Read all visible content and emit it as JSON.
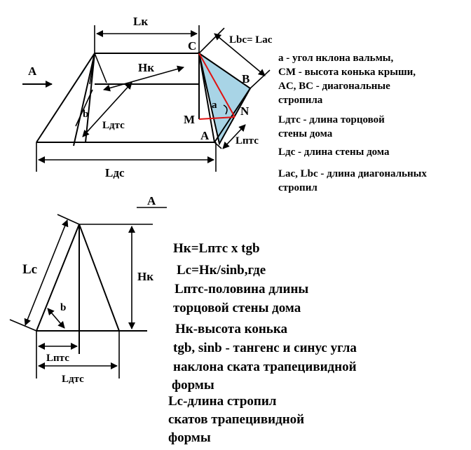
{
  "top_diagram": {
    "labels": {
      "Lk": "Lк",
      "Hk": "Hк",
      "Ldts": "Lдтс",
      "Lds": "Lдс",
      "Lpts": "Lптс",
      "Lbc_eq_Lac": "Lbc= Lac",
      "b": "b",
      "a": "a",
      "A_arrow": "A",
      "point_C": "C",
      "point_B": "B",
      "point_M": "M",
      "point_N": "N",
      "point_A": "A"
    },
    "legend": [
      "a - угол нклона вальмы,",
      "CM - высота конька крыши,",
      "AC, BC - диагональные",
      "стропила",
      "Lдтс - длина торцовой",
      "стены дома",
      "Lдс - длина  стены дома",
      "Lac, Lbc - длина диагональных",
      "стропил"
    ]
  },
  "bottom_diagram": {
    "labels": {
      "A_view": "A",
      "Lc": "Lc",
      "b": "b",
      "Hk": "Hк",
      "Lpts": "Lптс",
      "Ldts": "Lдтс"
    },
    "formulas": [
      "Hк=Lптс x tgb",
      "Lc=Hк/sinb,где",
      "Lптс-половина длины",
      "торцовой стены дома",
      "Hк-высота конька",
      "tgb, sinb - тангенс  и синус угла",
      "наклона ската трапецивидной",
      "формы",
      "Lc-длина стропил",
      "скатов трапецивидной",
      "формы"
    ]
  },
  "colors": {
    "hip_fill": "#a8d4e6",
    "ridge_line": "#e01010",
    "ink": "#000000"
  }
}
